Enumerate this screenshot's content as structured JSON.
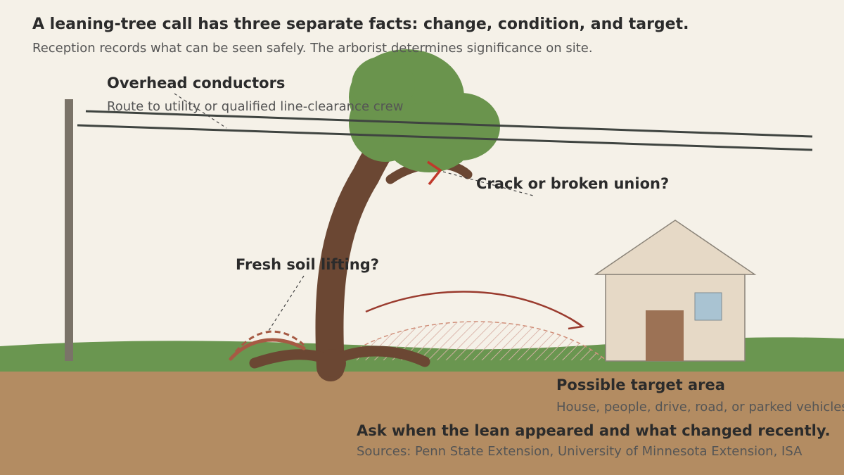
{
  "title": "A leaning-tree call has three separate facts: change, condition, and target.",
  "subtitle": "Reception records what can be seen safely. The arborist determines significance on site.",
  "labels": {
    "conductors": "Overhead conductors",
    "conductors_note": "Route to utility or qualified line-clearance crew",
    "crack": "Crack or broken union?",
    "soil": "Fresh soil lifting?",
    "target": "Possible target area",
    "target_note": "House, people, drive, road, or parked vehicles",
    "question": "Ask when the lean appeared and what changed recently.",
    "sources": "Sources: Penn State Extension, University of Minnesota Extension, ISA"
  },
  "colors": {
    "background": "#f5f1e8",
    "grass": "#6a9650",
    "soil": "#b38c62",
    "trunk": "#6b4733",
    "canopy": "#6a944d",
    "pole": "#7a7368",
    "wires": "#3f4440",
    "house_wall": "#e6d9c6",
    "door": "#9c7255",
    "window": "#a9c3d2",
    "arrow": "#9a3b2e",
    "crack_mark": "#c0392b"
  }
}
